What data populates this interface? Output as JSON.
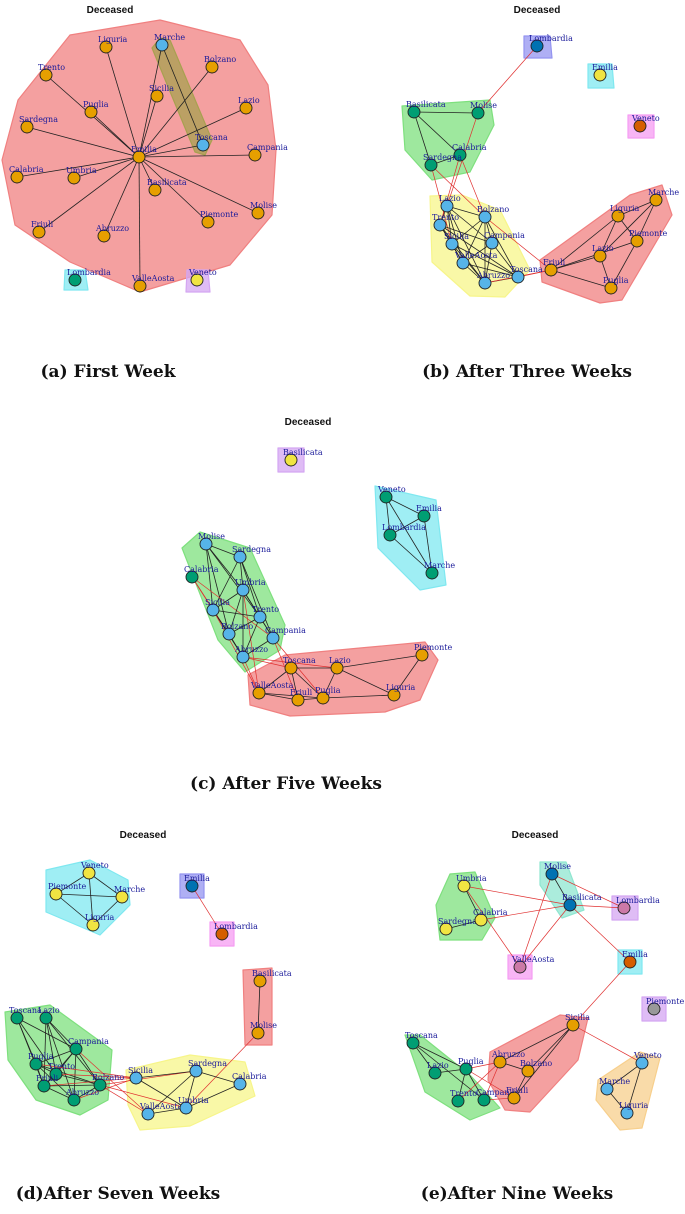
{
  "colors": {
    "orange": "#e69f00",
    "blue": "#56b4e9",
    "green": "#009e73",
    "yellow": "#f0e442",
    "darkblue": "#0072b2",
    "vermillion": "#d55e00",
    "purple": "#cc79a7",
    "grey": "#999999",
    "hull_red": "#f08080",
    "hull_green": "#7ee07e",
    "hull_cyan": "#7fe8f0",
    "hull_yellow": "#f7f58a",
    "hull_purple": "#d4a6f2",
    "hull_magenta": "#f59cf2",
    "hull_blue": "#9494f0",
    "hull_teal": "#8fe6d0",
    "hull_olive": "#a8a050",
    "hull_orange": "#f7cf8c",
    "edge_black": "#222222",
    "edge_red": "#e03030"
  },
  "panels": [
    {
      "id": "a",
      "title": "Deceased",
      "caption": "(a) First Week",
      "nodes": [
        {
          "name": "Liguria",
          "color": "orange"
        },
        {
          "name": "Marche",
          "color": "blue"
        },
        {
          "name": "Trento",
          "color": "orange"
        },
        {
          "name": "Bolzano",
          "color": "orange"
        },
        {
          "name": "Puglia",
          "color": "orange"
        },
        {
          "name": "Sicilia",
          "color": "orange"
        },
        {
          "name": "Lazio",
          "color": "orange"
        },
        {
          "name": "Sardegna",
          "color": "orange"
        },
        {
          "name": "Toscana",
          "color": "blue"
        },
        {
          "name": "Emilia",
          "color": "orange"
        },
        {
          "name": "Campania",
          "color": "orange"
        },
        {
          "name": "Calabria",
          "color": "orange"
        },
        {
          "name": "Umbria",
          "color": "orange"
        },
        {
          "name": "Basilicata",
          "color": "orange"
        },
        {
          "name": "Piemonte",
          "color": "orange"
        },
        {
          "name": "Molise",
          "color": "orange"
        },
        {
          "name": "Friuli",
          "color": "orange"
        },
        {
          "name": "Abruzzo",
          "color": "orange"
        },
        {
          "name": "Lombardia",
          "color": "green"
        },
        {
          "name": "ValleAosta",
          "color": "orange"
        },
        {
          "name": "Veneto",
          "color": "yellow"
        }
      ]
    },
    {
      "id": "b",
      "title": "Deceased",
      "caption": "(b) After Three Weeks",
      "nodes": [
        {
          "name": "Lombardia",
          "color": "darkblue"
        },
        {
          "name": "Emilia",
          "color": "yellow"
        },
        {
          "name": "Veneto",
          "color": "vermillion"
        },
        {
          "name": "Molise",
          "color": "green"
        },
        {
          "name": "Basilicata",
          "color": "green"
        },
        {
          "name": "Calabria",
          "color": "green"
        },
        {
          "name": "Sardegna",
          "color": "green"
        },
        {
          "name": "Lazio",
          "color": "blue"
        },
        {
          "name": "Bolzano",
          "color": "blue"
        },
        {
          "name": "Trento",
          "color": "blue"
        },
        {
          "name": "Campania",
          "color": "blue"
        },
        {
          "name": "Sicilia",
          "color": "blue"
        },
        {
          "name": "ValleAosta",
          "color": "blue"
        },
        {
          "name": "Abruzzo",
          "color": "blue"
        },
        {
          "name": "Toscana",
          "color": "blue"
        },
        {
          "name": "Friuli",
          "color": "orange"
        },
        {
          "name": "Liguria",
          "color": "orange"
        },
        {
          "name": "Marche",
          "color": "orange"
        },
        {
          "name": "Piemonte",
          "color": "orange"
        },
        {
          "name": "Lazio",
          "color": "orange"
        },
        {
          "name": "Puglia",
          "color": "orange"
        }
      ]
    },
    {
      "id": "c",
      "title": "Deceased",
      "caption": "(c) After Five Weeks",
      "nodes": [
        {
          "name": "Basilicata",
          "color": "yellow"
        },
        {
          "name": "Veneto",
          "color": "green"
        },
        {
          "name": "Emilia",
          "color": "green"
        },
        {
          "name": "Lombardia",
          "color": "green"
        },
        {
          "name": "Marche",
          "color": "green"
        },
        {
          "name": "Molise",
          "color": "blue"
        },
        {
          "name": "Sardegna",
          "color": "blue"
        },
        {
          "name": "Calabria",
          "color": "green"
        },
        {
          "name": "Umbria",
          "color": "blue"
        },
        {
          "name": "Sicilia",
          "color": "blue"
        },
        {
          "name": "Trento",
          "color": "blue"
        },
        {
          "name": "Bolzano",
          "color": "blue"
        },
        {
          "name": "Campania",
          "color": "blue"
        },
        {
          "name": "Abruzzo",
          "color": "blue"
        },
        {
          "name": "Piemonte",
          "color": "orange"
        },
        {
          "name": "Toscana",
          "color": "orange"
        },
        {
          "name": "Lazio",
          "color": "orange"
        },
        {
          "name": "ValleAosta",
          "color": "orange"
        },
        {
          "name": "Friuli",
          "color": "orange"
        },
        {
          "name": "Puglia",
          "color": "orange"
        },
        {
          "name": "Liguria",
          "color": "orange"
        }
      ]
    },
    {
      "id": "d",
      "title": "Deceased",
      "caption": "(d)After Seven Weeks",
      "nodes": [
        {
          "name": "Veneto",
          "color": "yellow"
        },
        {
          "name": "Piemonte",
          "color": "yellow"
        },
        {
          "name": "Marche",
          "color": "yellow"
        },
        {
          "name": "Liguria",
          "color": "yellow"
        },
        {
          "name": "Emilia",
          "color": "darkblue"
        },
        {
          "name": "Lombardia",
          "color": "vermillion"
        },
        {
          "name": "Basilicata",
          "color": "orange"
        },
        {
          "name": "Molise",
          "color": "orange"
        },
        {
          "name": "Toscana",
          "color": "green"
        },
        {
          "name": "Lazio",
          "color": "green"
        },
        {
          "name": "Campania",
          "color": "green"
        },
        {
          "name": "Puglia",
          "color": "green"
        },
        {
          "name": "Trento",
          "color": "green"
        },
        {
          "name": "Friuli",
          "color": "green"
        },
        {
          "name": "Bolzano",
          "color": "green"
        },
        {
          "name": "Abruzzo",
          "color": "green"
        },
        {
          "name": "Sicilia",
          "color": "blue"
        },
        {
          "name": "Sardegna",
          "color": "blue"
        },
        {
          "name": "Calabria",
          "color": "blue"
        },
        {
          "name": "ValleAosta",
          "color": "blue"
        },
        {
          "name": "Umbria",
          "color": "blue"
        }
      ]
    },
    {
      "id": "e",
      "title": "Deceased",
      "caption": "(e)After Nine Weeks",
      "nodes": [
        {
          "name": "Umbria",
          "color": "yellow"
        },
        {
          "name": "Sardegna",
          "color": "yellow"
        },
        {
          "name": "Calabria",
          "color": "yellow"
        },
        {
          "name": "Molise",
          "color": "darkblue"
        },
        {
          "name": "Basilicata",
          "color": "darkblue"
        },
        {
          "name": "Lombardia",
          "color": "purple"
        },
        {
          "name": "ValleAosta",
          "color": "purple"
        },
        {
          "name": "Emilia",
          "color": "vermillion"
        },
        {
          "name": "Piemonte",
          "color": "grey"
        },
        {
          "name": "Toscana",
          "color": "green"
        },
        {
          "name": "Lazio",
          "color": "green"
        },
        {
          "name": "Puglia",
          "color": "green"
        },
        {
          "name": "Trento",
          "color": "green"
        },
        {
          "name": "Campania",
          "color": "green"
        },
        {
          "name": "Sicilia",
          "color": "orange"
        },
        {
          "name": "Abruzzo",
          "color": "orange"
        },
        {
          "name": "Bolzano",
          "color": "orange"
        },
        {
          "name": "Friuli",
          "color": "orange"
        },
        {
          "name": "Veneto",
          "color": "blue"
        },
        {
          "name": "Marche",
          "color": "blue"
        },
        {
          "name": "Liguria",
          "color": "blue"
        }
      ]
    }
  ]
}
